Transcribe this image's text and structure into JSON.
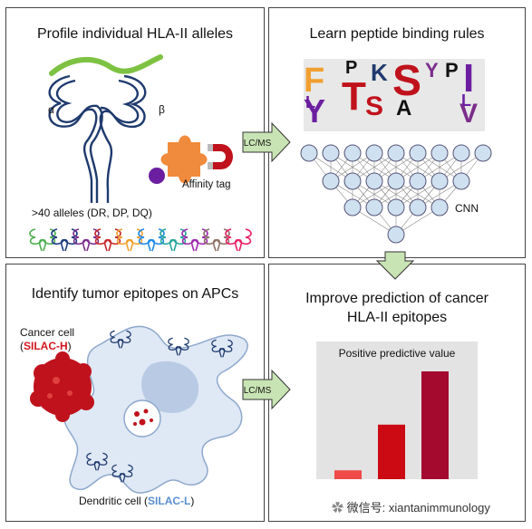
{
  "panels": {
    "top_left": {
      "title": "Profile individual HLA-II alleles",
      "alpha_label": "α",
      "beta_label": "β",
      "affinity_label": "Affinity tag",
      "alleles_label": ">40 alleles (DR, DP, DQ)"
    },
    "top_right": {
      "title": "Learn peptide binding rules",
      "cnn_label": "CNN"
    },
    "bottom_left": {
      "title": "Identify tumor epitopes on APCs",
      "cancer_label": "Cancer cell",
      "cancer_silac_open": "(",
      "cancer_silac": "SILAC-H",
      "cancer_silac_close": ")",
      "dendritic_label": "Dendritic cell (",
      "dendritic_silac": "SILAC-L",
      "dendritic_close": ")"
    },
    "bottom_right": {
      "title_line1": "Improve prediction of cancer",
      "title_line2": "HLA-II epitopes",
      "chart_title": "Positive predictive value"
    }
  },
  "arrows": {
    "lcms_top": "LC/MS",
    "lcms_bottom": "LC/MS"
  },
  "watermark": "微信号: xiantanimmunology",
  "colors": {
    "helix_green": "#7dc242",
    "chain_navy": "#1f3a6e",
    "tag_orange": "#f08a3c",
    "tag_purple": "#6b1fa0",
    "arrow_green": "#c9e4b4",
    "node_fill": "#cfe0f0",
    "cancer_red": "#c0121c",
    "dc_fill": "#dfe8f5",
    "silac_h": "#d0161e",
    "silac_l": "#5b8fd0"
  },
  "allele_colors": [
    "#4caf50",
    "#1a3a80",
    "#7b2d8b",
    "#c62828",
    "#f0a030",
    "#1e88e5",
    "#26a69a",
    "#9c27b0",
    "#8d6e63",
    "#e91e63"
  ],
  "chart_data": {
    "type": "bar",
    "title": "Positive predictive value",
    "categories": [
      "",
      "",
      ""
    ],
    "values": [
      0.07,
      0.43,
      0.85
    ],
    "colors": [
      "#f04a4a",
      "#cc0a14",
      "#a30a2e"
    ],
    "ylim": [
      0,
      1
    ],
    "xlabel": "",
    "ylabel": ""
  }
}
